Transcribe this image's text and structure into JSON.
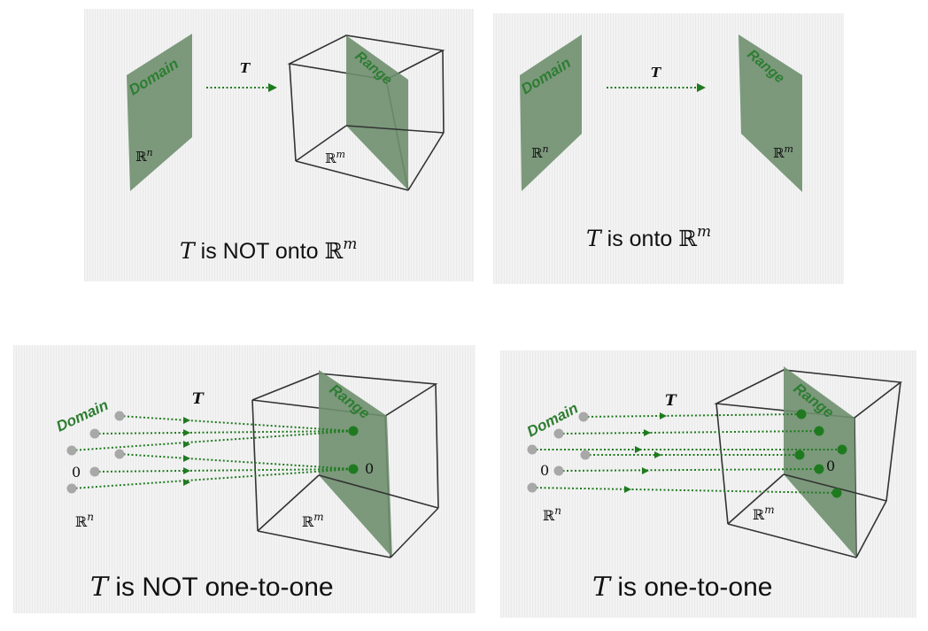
{
  "colors": {
    "plane": "#6f8f6f",
    "arrow": "#1f7a1f",
    "label": "#2e7d32",
    "point_gray": "#a8a8a8"
  },
  "map_symbol": "T",
  "domain_label": "Domain",
  "range_label": "Range",
  "domain_space": {
    "base": "ℝ",
    "exp": "n"
  },
  "range_space": {
    "base": "ℝ",
    "exp": "m"
  },
  "zero_label": "0",
  "panels": [
    {
      "caption_var": "T",
      "caption_text": " is NOT onto ",
      "caption_space": "ℝ",
      "caption_exp": "m"
    },
    {
      "caption_var": "T",
      "caption_text": " is onto ",
      "caption_space": "ℝ",
      "caption_exp": "m"
    },
    {
      "caption_var": "T",
      "caption_text": " is NOT one-to-one"
    },
    {
      "caption_var": "T",
      "caption_text": " is one-to-one"
    }
  ]
}
